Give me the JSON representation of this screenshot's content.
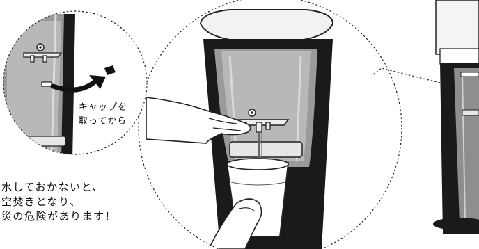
{
  "inset_caption": {
    "line1": "キャップを",
    "line2": "取ってから"
  },
  "warning": {
    "line1": "水しておかないと、",
    "line2": "空焚きとなり、",
    "line3": "災の危険があります！"
  }
}
